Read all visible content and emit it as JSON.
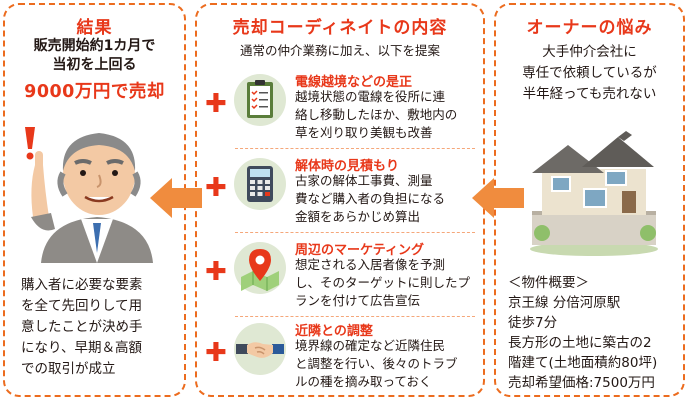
{
  "left": {
    "title": "結果",
    "head": [
      "販売開始約1カ月で",
      "当初を上回る"
    ],
    "highlight": "9000万円で売却",
    "body": [
      "購入者に必要な要素",
      "を全て先回りして用",
      "意したことが決め手",
      "になり、早期＆高額",
      "での取引が成立"
    ]
  },
  "middle": {
    "title": "売却コーディネイトの内容",
    "subtitle": "通常の仲介業務に加え、以下を提案",
    "items": [
      {
        "title": "電線越境などの是正",
        "desc": [
          "越境状態の電線を役所に連",
          "絡し移動したほか、敷地内の",
          "草を刈り取り美観も改善"
        ],
        "icon": "clipboard-checklist-icon"
      },
      {
        "title": "解体時の見積もり",
        "desc": [
          "古家の解体工事費、測量",
          "費など購入者の負担になる",
          "金額をあらかじめ算出"
        ],
        "icon": "calculator-icon"
      },
      {
        "title": "周辺のマーケティング",
        "desc": [
          "想定される入居者像を予測",
          "し、そのターゲットに則したプ",
          "ランを付けて広告宣伝"
        ],
        "icon": "map-pin-icon"
      },
      {
        "title": "近隣との調整",
        "desc": [
          "境界線の確定など近隣住民",
          "と調整を行い、後々のトラブ",
          "ルの種を摘み取っておく"
        ],
        "icon": "handshake-icon"
      }
    ]
  },
  "right": {
    "title": "オーナーの悩み",
    "head": [
      "大手仲介会社に",
      "専任で依頼しているが",
      "半年経っても売れない"
    ],
    "body": [
      "＜物件概要＞",
      "京王線 分倍河原駅",
      "徒歩7分",
      "長方形の土地に築古の2",
      "階建て(土地面積約80坪)",
      "売却希望価格:7500万円"
    ]
  },
  "colors": {
    "accent": "#e8381a",
    "border": "#ec6c1f",
    "arrow": "#f08c3e"
  }
}
